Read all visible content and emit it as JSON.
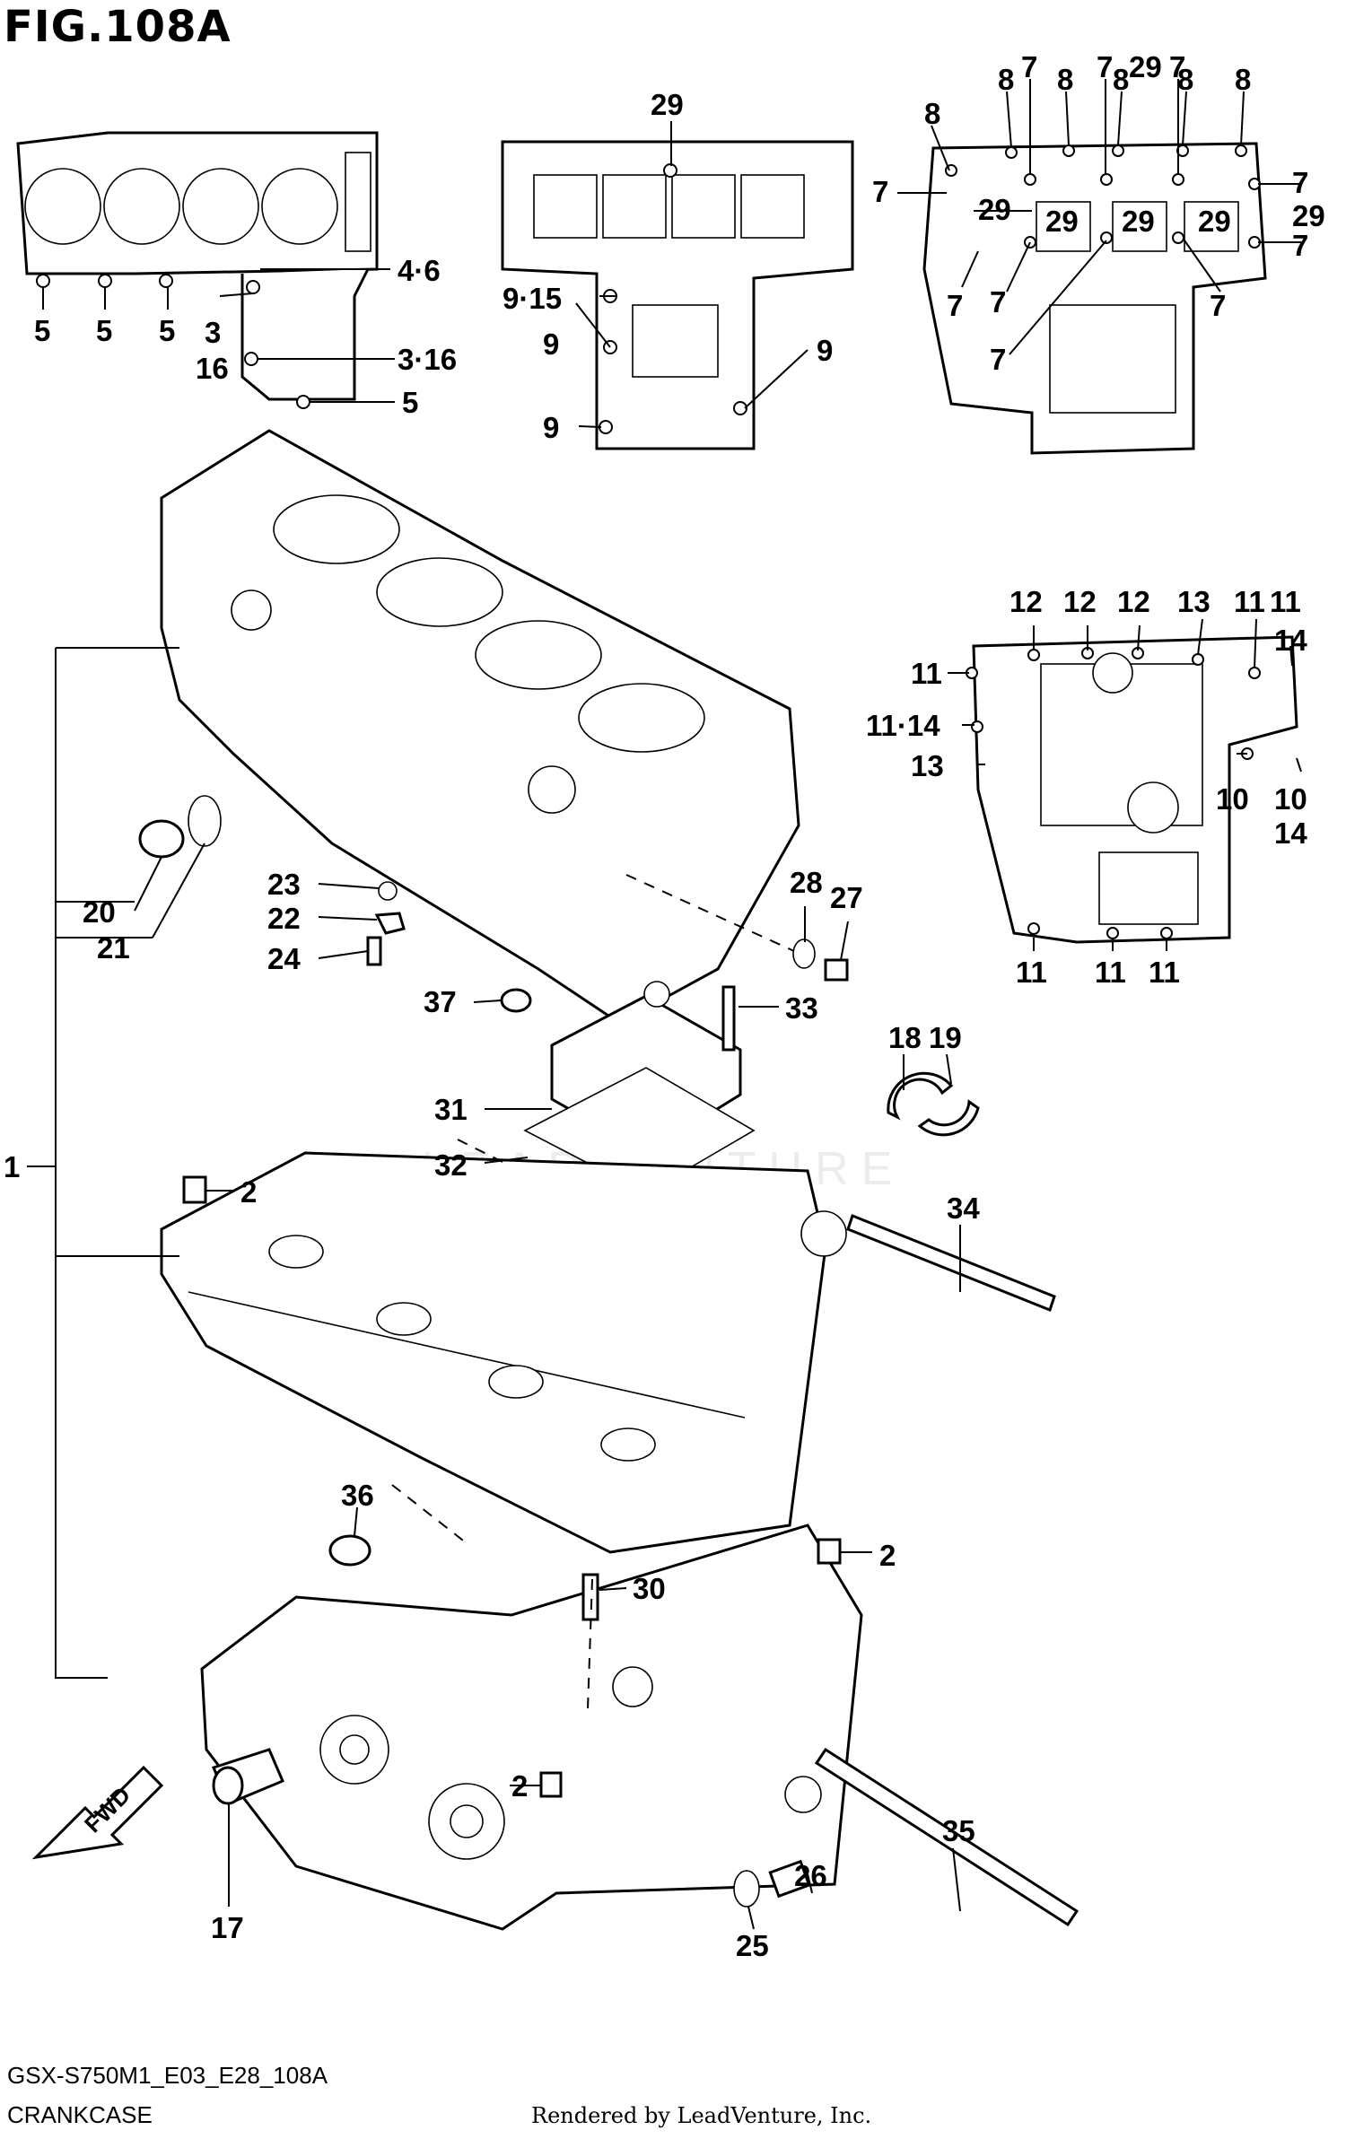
{
  "figure_title": "FIG.108A",
  "diagram_code": "GSX-S750M1_E03_E28_108A",
  "caption": "CRANKCASE",
  "rendered_by": "Rendered by LeadVenture, Inc.",
  "fwd_badge": "FWD",
  "watermark": "LEADVENTURE",
  "callouts": {
    "c1": "1",
    "c2a": "2",
    "c2b": "2",
    "c2c": "2",
    "c3": "3",
    "c16": "16",
    "c3_16": "3·16",
    "c4_6": "4·6",
    "c5a": "5",
    "c5b": "5",
    "c5c": "5",
    "c5d": "5",
    "c7a": "7",
    "c7b": "7",
    "c7c": "7",
    "c7d": "7",
    "c7e": "7",
    "c7f": "7",
    "c7g": "7",
    "c7h": "7",
    "c7i": "7",
    "c7j": "7",
    "c8a": "8",
    "c8b": "8",
    "c8c": "8",
    "c8d": "8",
    "c8e": "8",
    "c8f": "8",
    "c9_15": "9·15",
    "c9a": "9",
    "c9b": "9",
    "c9c": "9",
    "c10a": "10",
    "c10b": "10",
    "c11a": "11",
    "c11b": "11",
    "c11c": "11",
    "c11d": "11",
    "c11e": "11",
    "c11f": "11",
    "c11_14": "11·14",
    "c12a": "12",
    "c12b": "12",
    "c12c": "12",
    "c13a": "13",
    "c13b": "13",
    "c14a": "14",
    "c14b": "14",
    "c17": "17",
    "c18": "18",
    "c19": "19",
    "c20": "20",
    "c21": "21",
    "c22": "22",
    "c23": "23",
    "c24": "24",
    "c25": "25",
    "c26": "26",
    "c27": "27",
    "c28": "28",
    "c29a": "29",
    "c29b": "29",
    "c29c": "29",
    "c29d": "29",
    "c29e": "29",
    "c29f": "29",
    "c29g": "29",
    "c30": "30",
    "c31": "31",
    "c32": "32",
    "c33": "33",
    "c34": "34",
    "c35": "35",
    "c36": "36",
    "c37": "37"
  }
}
